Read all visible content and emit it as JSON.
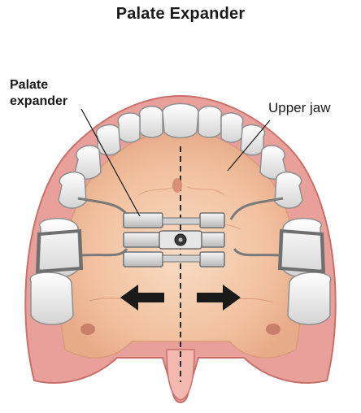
{
  "title": "Palate Expander",
  "labels": {
    "expander_line1": "Palate",
    "expander_line2": "expander",
    "upper_jaw": "Upper jaw"
  },
  "colors": {
    "gum": "#e9a09a",
    "gum_edge": "#c8716b",
    "palate": "#f3c4a2",
    "palate_inner": "#f6d4b8",
    "tooth": "#f1f1f1",
    "tooth_shade": "#c9c9c9",
    "metal": "#8a8a8a",
    "arrow": "#1a1a1a"
  }
}
